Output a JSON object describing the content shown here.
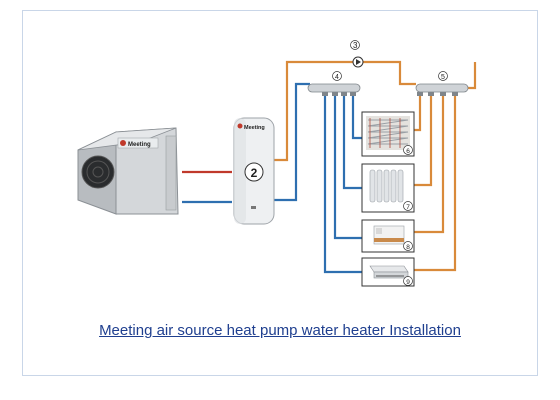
{
  "caption": "Meeting air source heat pump water heater Installation",
  "brand": "Meeting",
  "components": {
    "tank_number": "2",
    "pump_number": "3",
    "manifold_left_number": "4",
    "manifold_right_number": "5",
    "floor_heating_number": "6",
    "radiator_number": "7",
    "fan_coil_number": "8",
    "duct_unit_number": "9"
  },
  "colors": {
    "hot_pipe": "#d98a3a",
    "cold_pipe": "#2e6fb0",
    "heatpump_hot_pipe": "#c0392b",
    "caption_text": "#1f3f8f"
  }
}
